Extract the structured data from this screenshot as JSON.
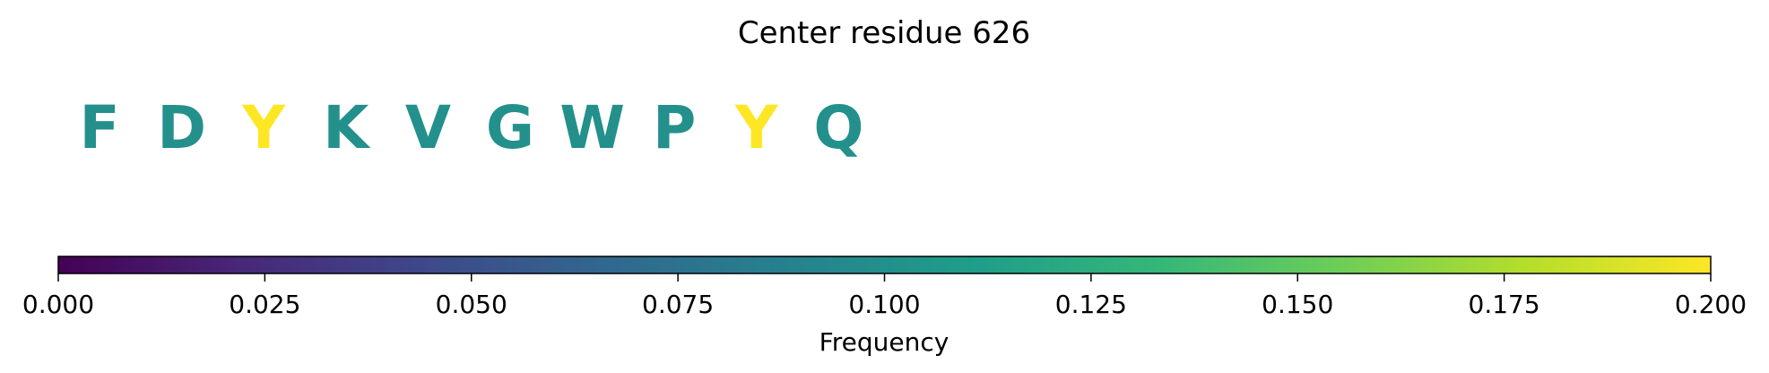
{
  "chart_data": {
    "type": "heatmap",
    "title": "Center residue 626",
    "residues": [
      {
        "letter": "F",
        "frequency": 0.1
      },
      {
        "letter": "D",
        "frequency": 0.1
      },
      {
        "letter": "Y",
        "frequency": 0.2
      },
      {
        "letter": "K",
        "frequency": 0.1
      },
      {
        "letter": "V",
        "frequency": 0.1
      },
      {
        "letter": "G",
        "frequency": 0.1
      },
      {
        "letter": "W",
        "frequency": 0.1
      },
      {
        "letter": "P",
        "frequency": 0.1
      },
      {
        "letter": "Y",
        "frequency": 0.2
      },
      {
        "letter": "Q",
        "frequency": 0.1
      }
    ],
    "colorbar": {
      "label": "Frequency",
      "colormap": "viridis",
      "range": [
        0.0,
        0.2
      ],
      "ticks": [
        "0.000",
        "0.025",
        "0.050",
        "0.075",
        "0.100",
        "0.125",
        "0.150",
        "0.175",
        "0.200"
      ]
    }
  },
  "colors": {
    "viridis_stops": [
      "#440154",
      "#482878",
      "#3e4989",
      "#31688e",
      "#26828e",
      "#1f9e89",
      "#35b779",
      "#6ece58",
      "#b5de2b",
      "#fde725"
    ]
  }
}
